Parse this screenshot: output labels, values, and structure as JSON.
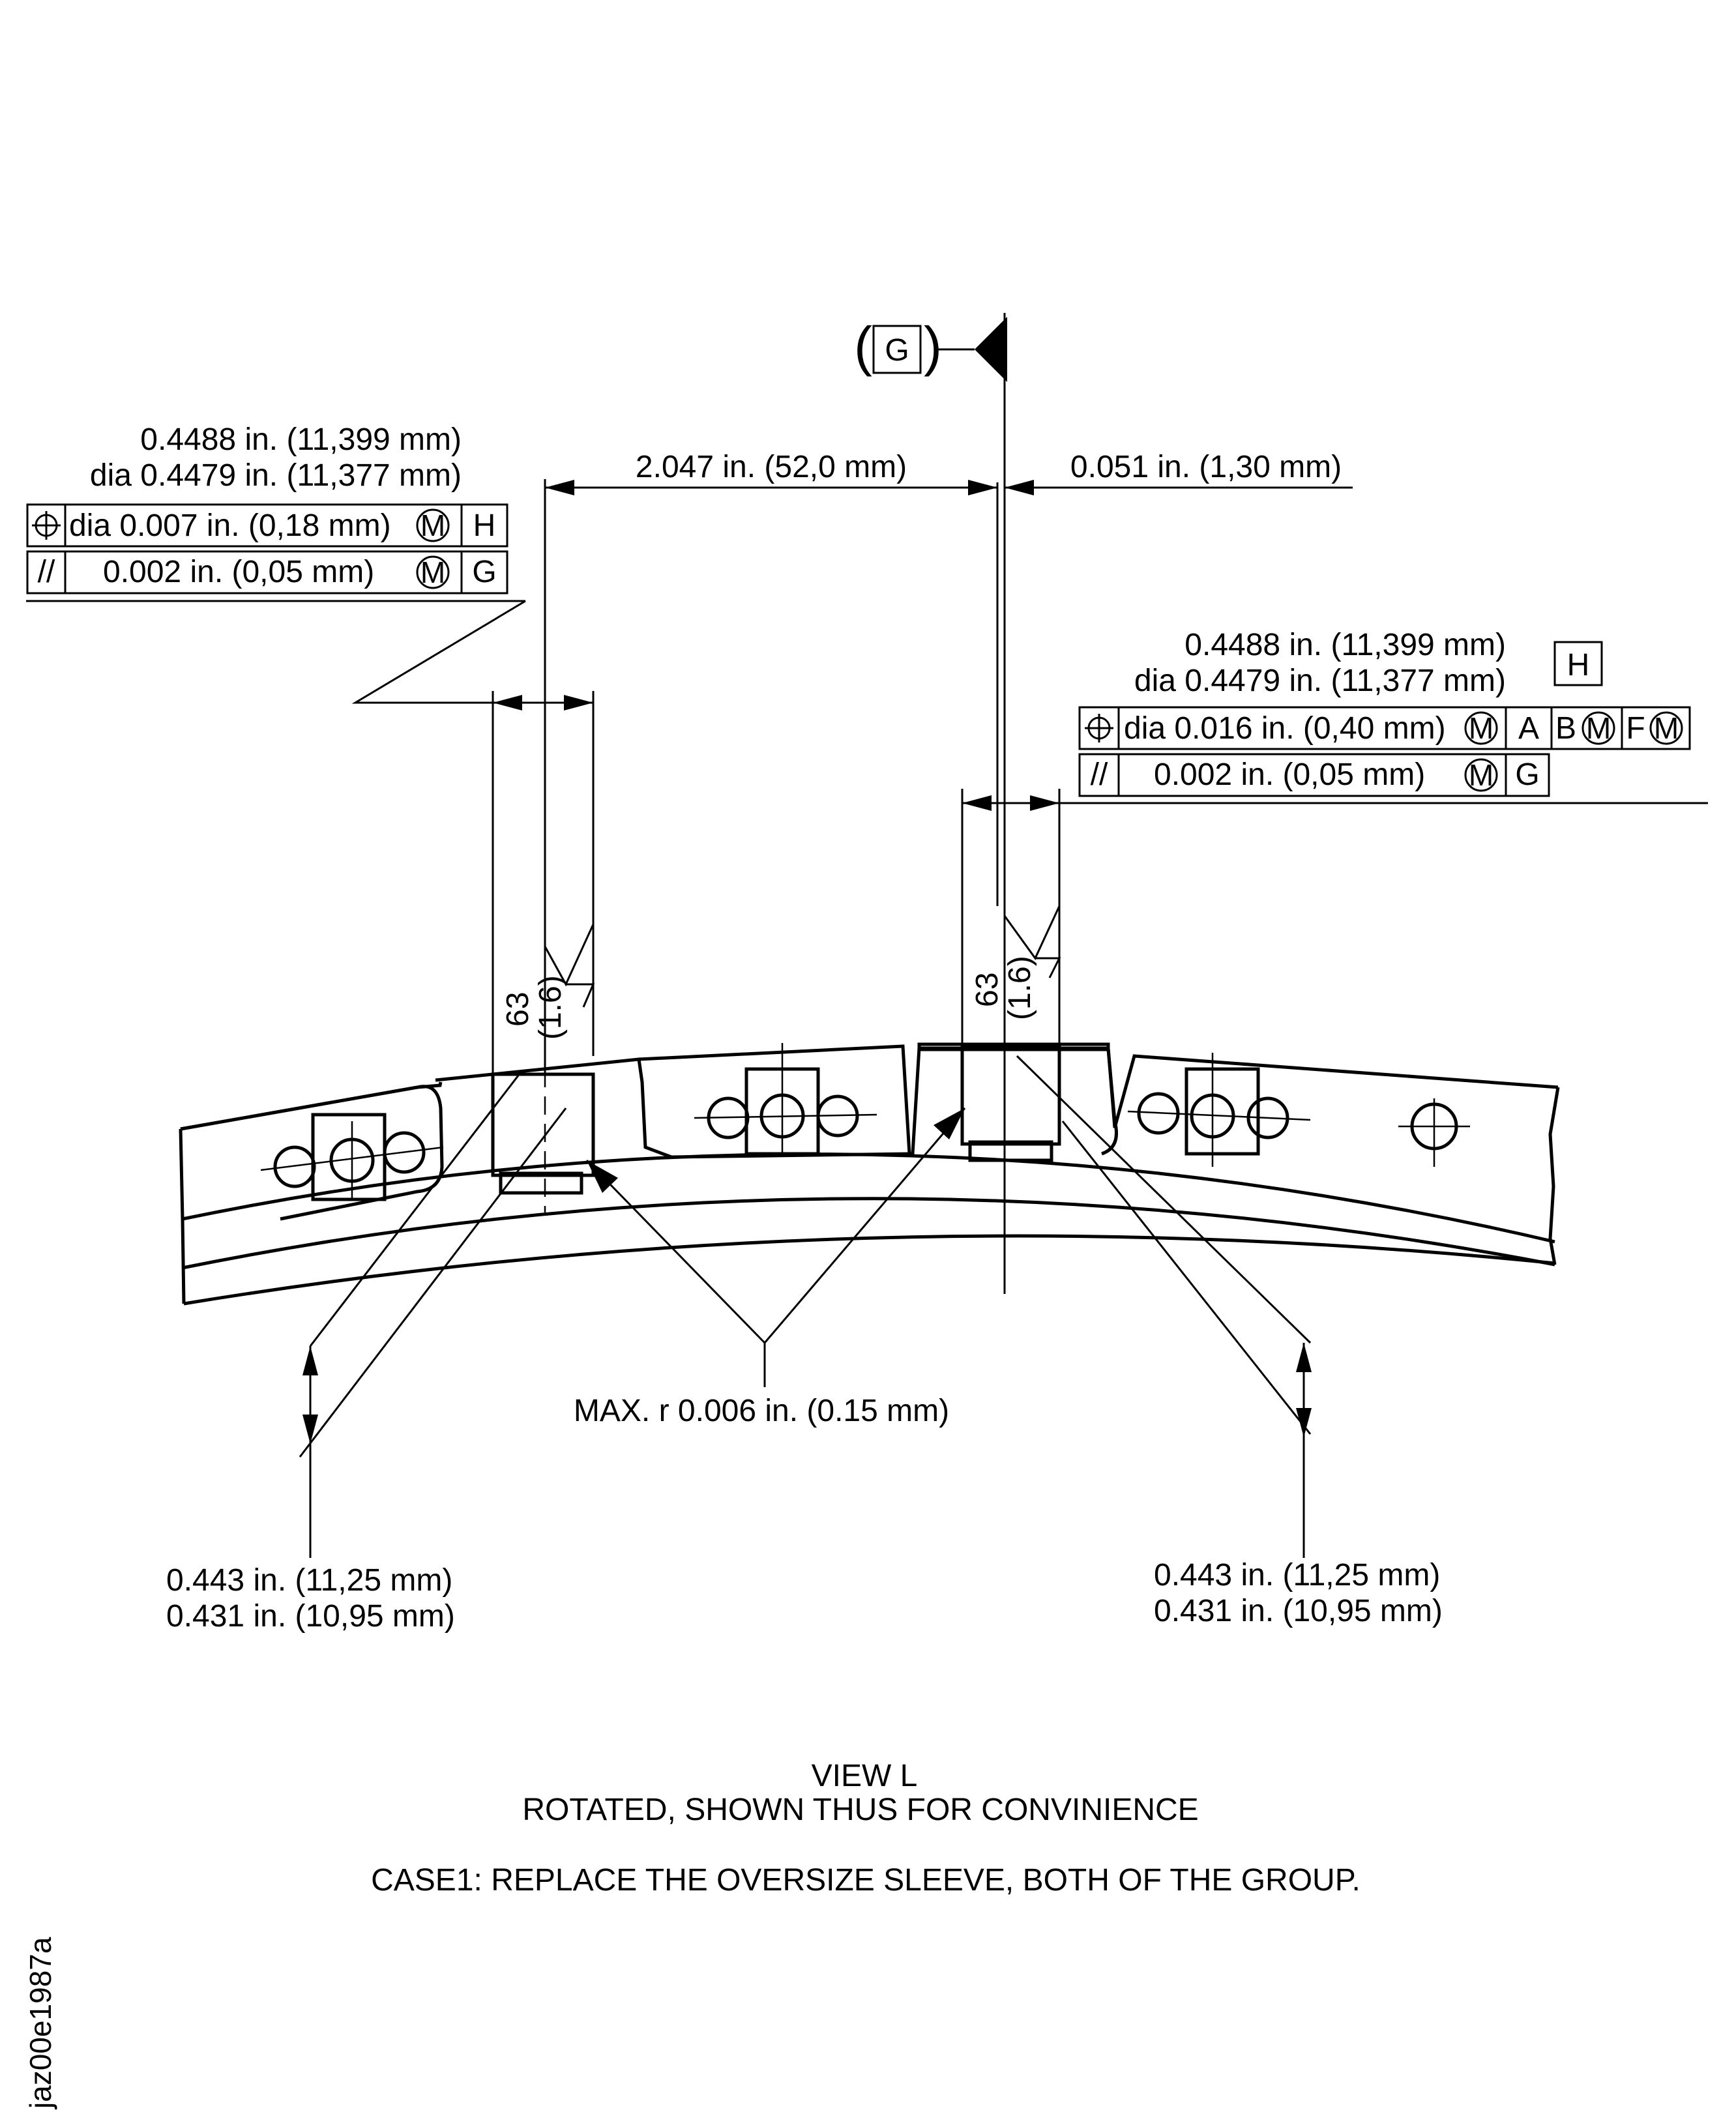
{
  "datum_g": {
    "paren_open": "(",
    "letter": "G",
    "paren_close": ")"
  },
  "dim_top": {
    "left": "2.047 in. (52,0 mm)",
    "right": "0.051 in. (1,30 mm)"
  },
  "callout_left": {
    "upper": "0.4488 in. (11,399 mm)",
    "lower": "dia 0.4479 in. (11,377 mm)",
    "fcf_row1": {
      "symbol": "⌖",
      "tolerance": "dia 0.007 in. (0,18 mm)",
      "modifier": "M",
      "datum": "H"
    },
    "fcf_row2": {
      "symbol": "//",
      "tolerance": "0.002 in. (0,05 mm)",
      "modifier": "M",
      "datum": "G"
    }
  },
  "callout_right": {
    "upper": "0.4488 in. (11,399 mm)",
    "lower": "dia 0.4479 in. (11,377 mm)",
    "datum_h": "H",
    "fcf_row1": {
      "symbol": "⌖",
      "tolerance": "dia 0.016 in. (0,40 mm)",
      "modifier": "M",
      "datum_a": "A",
      "datum_b": "B",
      "datum_b_mod": "M",
      "datum_f": "F",
      "datum_f_mod": "M"
    },
    "fcf_row2": {
      "symbol": "//",
      "tolerance": "0.002 in. (0,05 mm)",
      "modifier": "M",
      "datum": "G"
    }
  },
  "surface_finish": {
    "value": "63",
    "metric": "(1.6)"
  },
  "radius_note": "MAX. r 0.006 in. (0.15 mm)",
  "depth_left": {
    "upper": "0.443 in. (11,25 mm)",
    "lower": "0.431 in. (10,95 mm)"
  },
  "depth_right": {
    "upper": "0.443 in. (11,25 mm)",
    "lower": "0.431 in. (10,95 mm)"
  },
  "view_title": "VIEW  L",
  "view_subtitle": "ROTATED, SHOWN THUS FOR CONVINIENCE",
  "case_note": "CASE1: REPLACE THE OVERSIZE SLEEVE, BOTH OF THE GROUP.",
  "figure_id": "jaz00e1987a"
}
